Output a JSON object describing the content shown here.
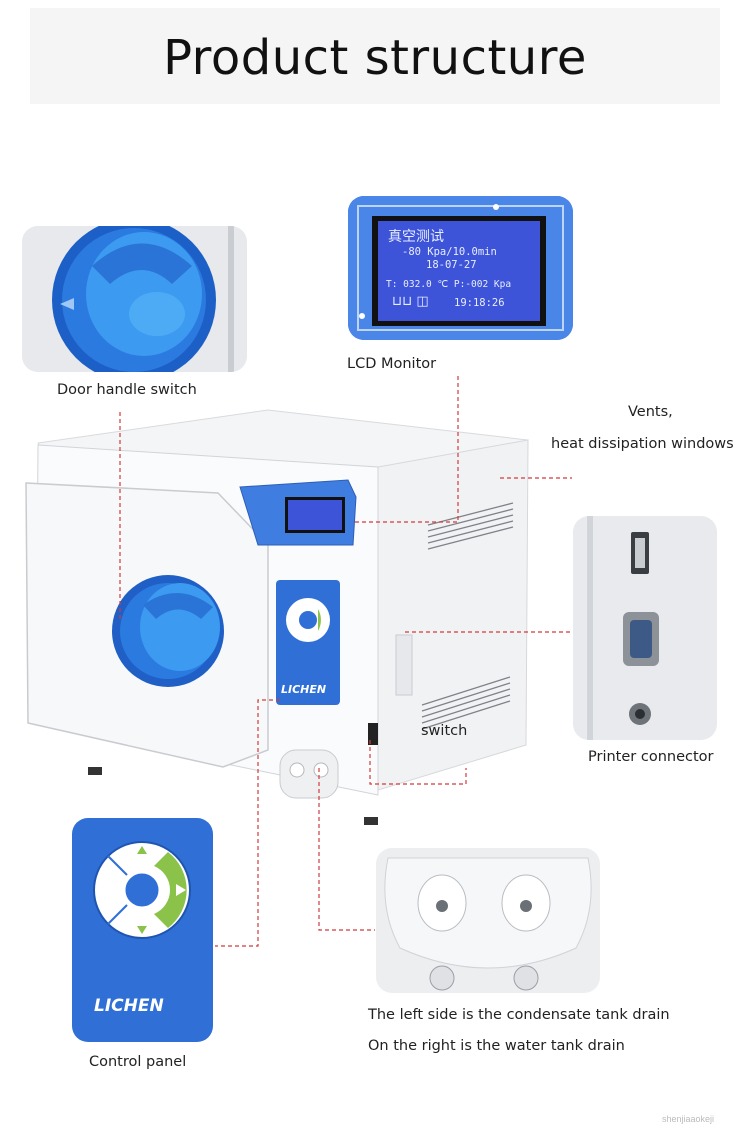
{
  "header": {
    "title": "Product structure"
  },
  "callouts": {
    "door_handle": "Door handle switch",
    "lcd_monitor": "LCD Monitor",
    "vents_line1": "Vents,",
    "vents_line2": "heat dissipation windows",
    "switch": "switch",
    "printer_connector": "Printer connector",
    "control_panel": "Control panel",
    "drain_left": "The left side is the condensate tank drain",
    "drain_right": "On the right is the water tank drain"
  },
  "lcd_screen": {
    "line1": "真空测试",
    "line2": "-80 Kpa/10.0min",
    "line3": "18-07-27",
    "line4": "T:  032.0 ℃ P:-002 Kpa",
    "line5": "19:18:26"
  },
  "brand": {
    "logo_text": "LICHEN"
  },
  "watermark": "shenjiaaokeji",
  "colors": {
    "accent_blue": "#2f6fd6",
    "lcd_blue": "#3d54d8",
    "leader_red": "#d23b3b",
    "panel_green": "#8bc34a"
  }
}
